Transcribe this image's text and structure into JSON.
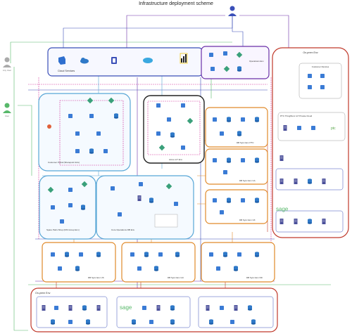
{
  "title": "Infrastructure deployment scheme",
  "actors": {
    "left_top": "Any User",
    "left_bottom": "User"
  },
  "cloud_services": {
    "label": "Cloud Services"
  },
  "operations_env": {
    "label": "Operations Env"
  },
  "on_prem_top": {
    "label": "On-prem Env",
    "customer_devices": "Customer Devices",
    "pfm_label": "PTC ThingWorx IoT Private Cloud"
  },
  "customer_portal": {
    "label": "Customer Portal (Sharepoint Env)"
  },
  "azure_iot": {
    "label": "Azure IoT Env"
  },
  "spare_parts": {
    "label": "Spare Parts Shop (DIS Group Env)"
  },
  "core_ops": {
    "label": "Core Operations DB Env"
  },
  "db_sync": {
    "ptc": "DB Sync Env PTC",
    "ca": "DB Sync Env CA",
    "uk_right": "DB Sync Env UK",
    "us": "DB Sync Env US",
    "gc": "DB Sync Env GC",
    "nd": "DB Sync Env ND"
  },
  "on_prem_bottom": {
    "label": "On-prem Env"
  },
  "brands": {
    "sage_right": "sage",
    "sage_bottom": "sage",
    "ptc": "ptc"
  },
  "icons": [
    "user-icon",
    "azure-devops-icon",
    "cloud-icon",
    "office-icon",
    "salesforce-icon",
    "powerbi-icon",
    "server-icon",
    "database-icon",
    "router-icon",
    "storage-icon"
  ],
  "colors": {
    "blue": "#3a4fb8",
    "purple": "#6a2fa8",
    "red": "#c0392b",
    "orange": "#e08a2a",
    "lightblue": "#58a6d6",
    "black": "#222222",
    "green": "#58b86a",
    "pink": "#d23aa0"
  }
}
